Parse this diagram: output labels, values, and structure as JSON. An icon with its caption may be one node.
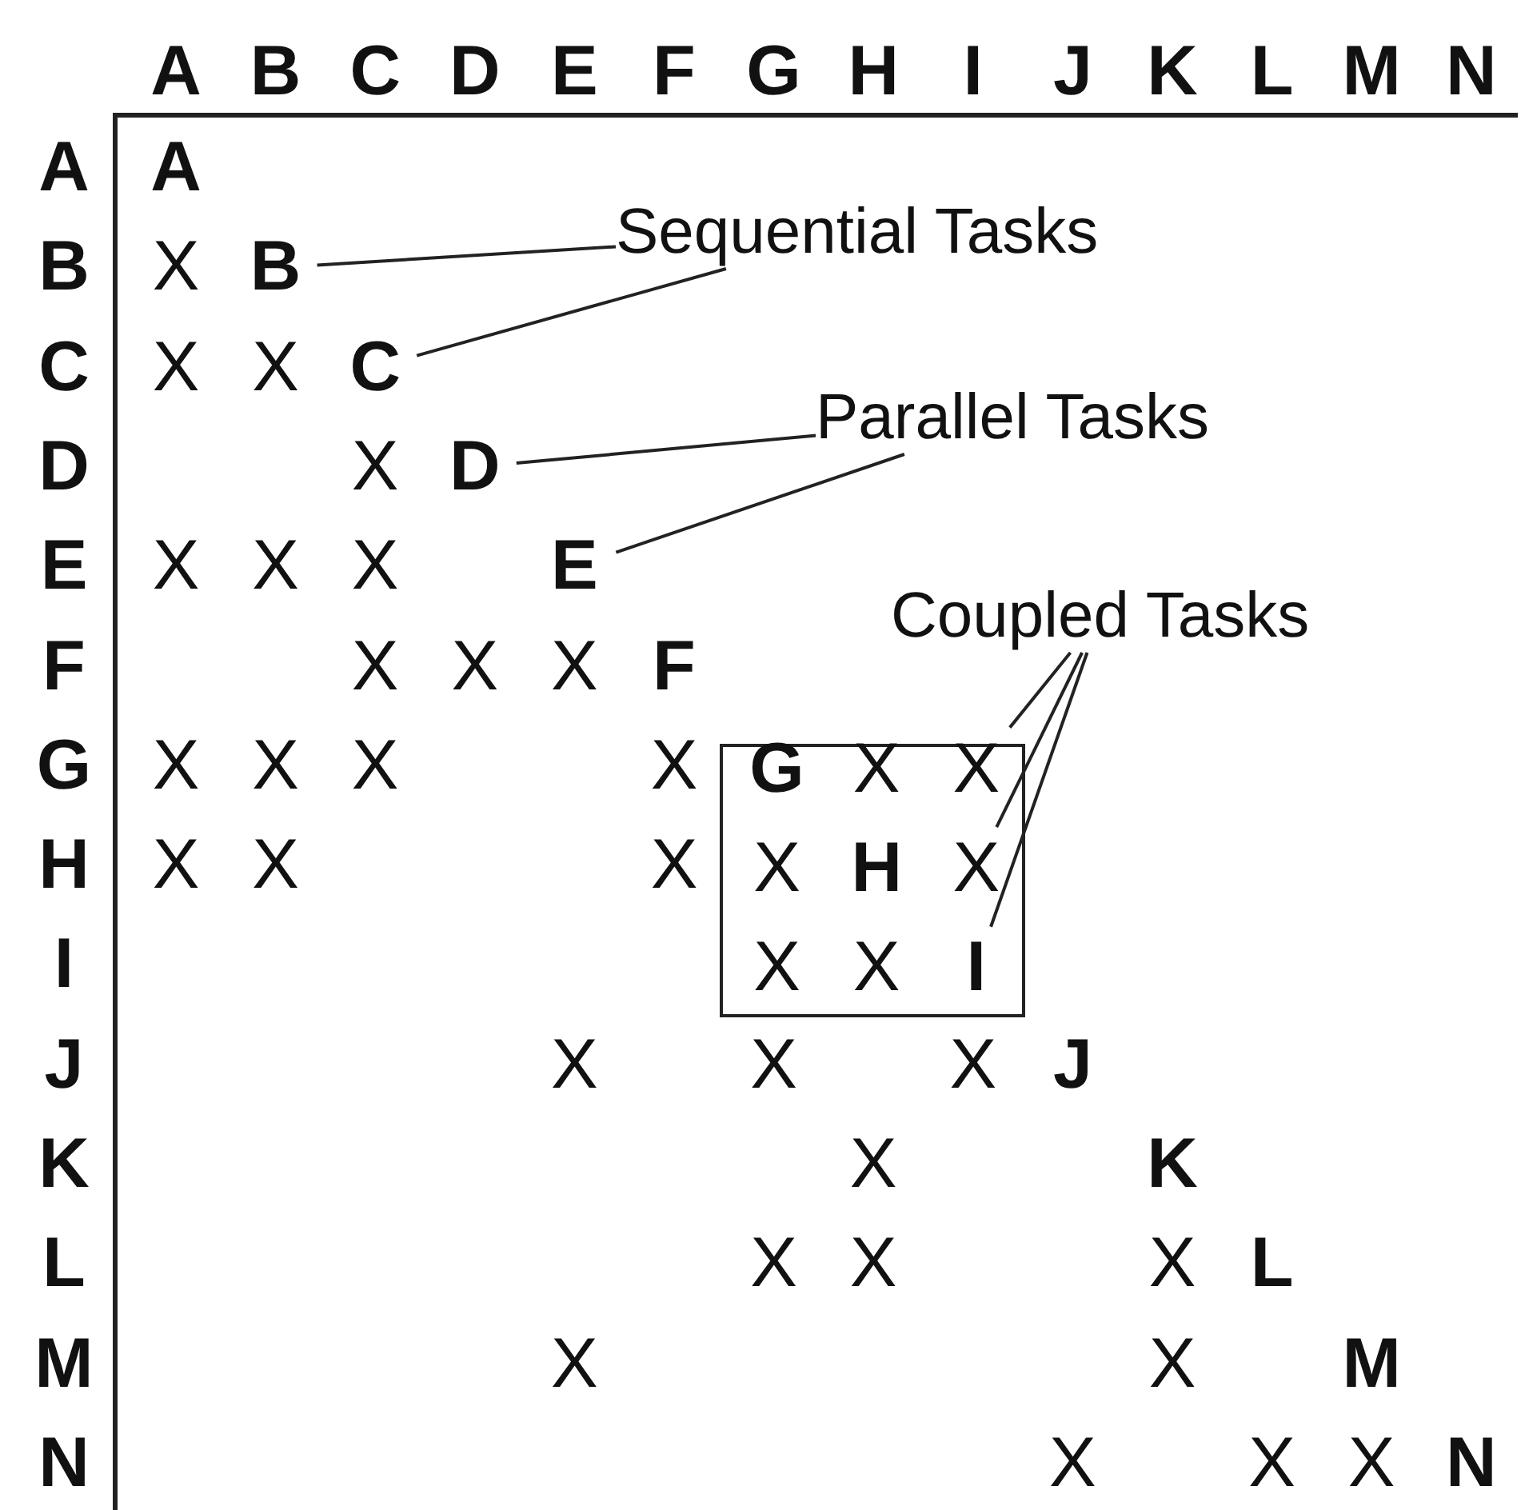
{
  "diagram": {
    "nodes": [
      {
        "text": [
          "Sequential Tasks"
        ]
      },
      {
        "text": [
          "B"
        ]
      },
      {
        "text": [
          "C"
        ]
      },
      {
        "text": [
          "Parallel Tasks"
        ]
      },
      {
        "text": [
          "D"
        ]
      },
      {
        "text": [
          "E"
        ]
      },
      {
        "text": [
          "Coupled Tasks"
        ]
      },
      {
        "text": [],
        "shape": "box"
      },
      {
        "text": [
          "G"
        ],
        "in": 7
      },
      {
        "text": [
          "X"
        ],
        "in": 7
      },
      {
        "text": [
          "X"
        ],
        "in": 7
      },
      {
        "text": [
          "X"
        ],
        "in": 7
      },
      {
        "text": [
          "H"
        ],
        "in": 7
      },
      {
        "text": [
          "X"
        ],
        "in": 7
      },
      {
        "text": [
          "X"
        ],
        "in": 7
      },
      {
        "text": [
          "X"
        ],
        "in": 7
      },
      {
        "text": [
          "I"
        ],
        "in": 7
      }
    ],
    "edges": [
      {
        "from": 0,
        "to": 1,
        "arrow": "none"
      },
      {
        "from": 0,
        "to": 2,
        "arrow": "none"
      },
      {
        "from": 3,
        "to": 4,
        "arrow": "none"
      },
      {
        "from": 3,
        "to": 5,
        "arrow": "none"
      },
      {
        "from": 6,
        "to": 10,
        "arrow": "none"
      },
      {
        "from": 6,
        "to": 13,
        "arrow": "none"
      },
      {
        "from": 6,
        "to": 16,
        "arrow": "none"
      }
    ],
    "labels": [
      "A",
      "B",
      "C",
      "D",
      "E",
      "F",
      "G",
      "H",
      "I",
      "J",
      "K",
      "L",
      "M",
      "N",
      "A",
      "A",
      "B",
      "X",
      "C",
      "X",
      "X",
      "D",
      "X",
      "E",
      "X",
      "X",
      "X",
      "F",
      "X",
      "X",
      "X",
      "F",
      "G",
      "X",
      "X",
      "X",
      "X",
      "H",
      "X",
      "X",
      "X",
      "I",
      "J",
      "X",
      "X",
      "X",
      "J",
      "K",
      "X",
      "K",
      "L",
      "X",
      "X",
      "X",
      "L",
      "M",
      "X",
      "X",
      "M",
      "N",
      "X",
      "X",
      "X",
      "N"
    ]
  }
}
